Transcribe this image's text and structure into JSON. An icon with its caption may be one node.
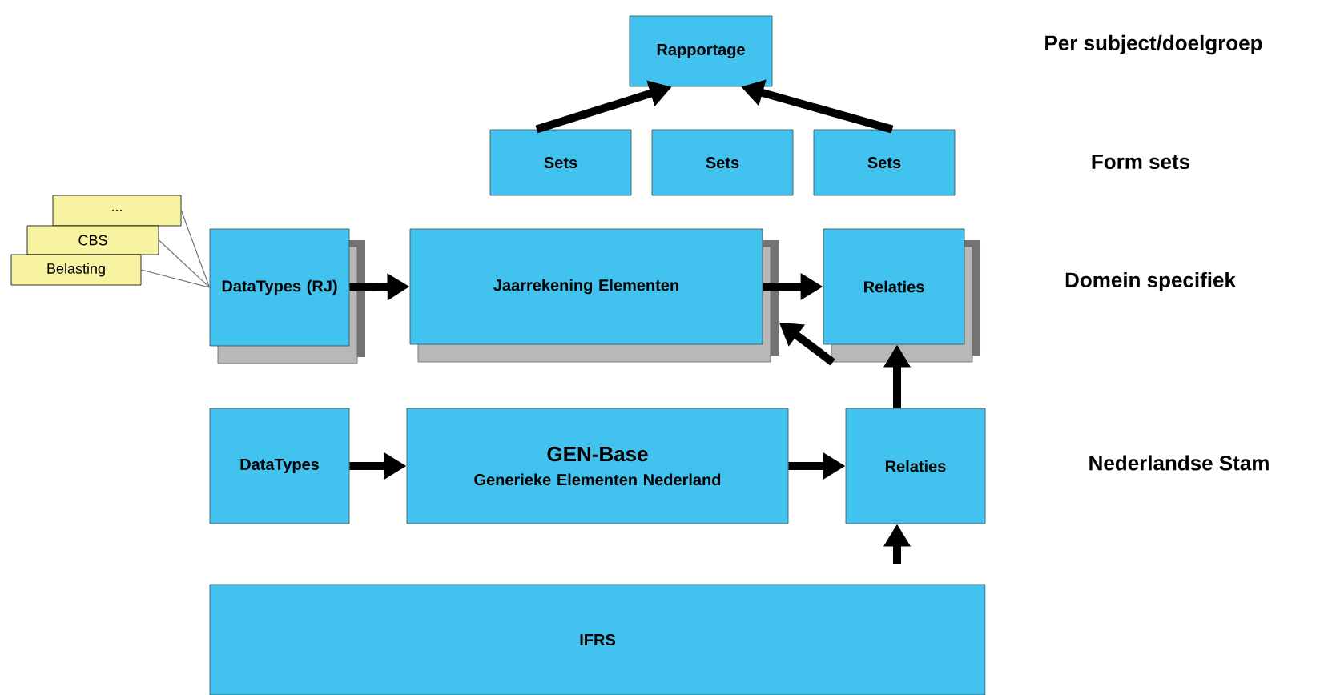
{
  "diagram": {
    "nodes": [
      {
        "text": [
          "Rapportage"
        ]
      },
      {
        "text": [
          "Sets"
        ]
      },
      {
        "text": [
          "Sets"
        ]
      },
      {
        "text": [
          "Sets"
        ]
      },
      {
        "text": [
          "..."
        ]
      },
      {
        "text": [
          "CBS"
        ]
      },
      {
        "text": [
          "Belasting"
        ]
      },
      {
        "text": [
          "DataTypes (RJ)"
        ]
      },
      {
        "text": [
          "Jaarrekening Elementen"
        ]
      },
      {
        "text": [
          "Relaties"
        ]
      },
      {
        "text": [
          "DataTypes"
        ]
      },
      {
        "text": [
          "GEN-Base",
          "Generieke Elementen Nederland"
        ]
      },
      {
        "text": [
          "Relaties"
        ]
      },
      {
        "text": [
          "IFRS"
        ]
      }
    ],
    "edges": [
      {
        "from": 1,
        "to": 0,
        "arrow": "to"
      },
      {
        "from": 3,
        "to": 0,
        "arrow": "to"
      },
      {
        "from": 4,
        "to": 7,
        "arrow": "none",
        "color": "#707070"
      },
      {
        "from": 5,
        "to": 7,
        "arrow": "none",
        "color": "#707070"
      },
      {
        "from": 6,
        "to": 7,
        "arrow": "none",
        "color": "#707070"
      },
      {
        "from": 7,
        "to": 8,
        "arrow": "to"
      },
      {
        "from": 8,
        "to": 9,
        "arrow": "to"
      },
      {
        "from": 9,
        "to": 8,
        "arrow": "to"
      },
      {
        "from": 12,
        "to": 9,
        "arrow": "to"
      },
      {
        "from": 10,
        "to": 11,
        "arrow": "to"
      },
      {
        "from": 11,
        "to": 12,
        "arrow": "to"
      },
      {
        "from": null,
        "to": 12,
        "arrow": "to"
      }
    ],
    "labels": [
      "Per subject/doelgroep",
      "Form sets",
      "Domein specifiek",
      "Nederlandse Stam"
    ]
  }
}
